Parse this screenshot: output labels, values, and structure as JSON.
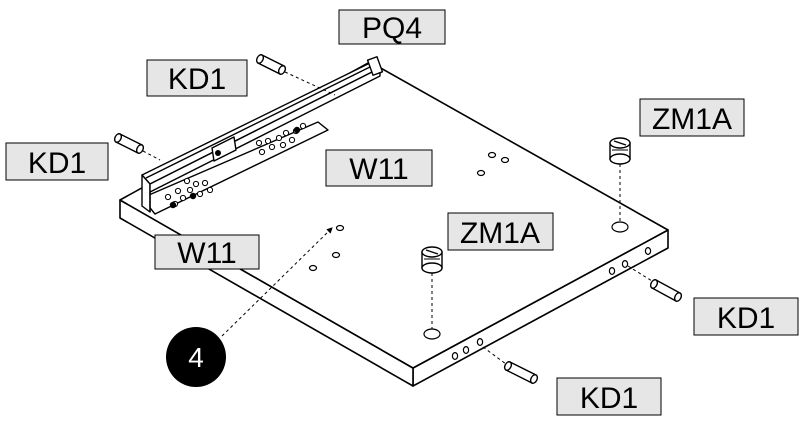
{
  "step": {
    "number": "4"
  },
  "labels": {
    "pq4": "PQ4",
    "kd1_upper": "KD1",
    "kd1_left": "KD1",
    "w11_top": "W11",
    "w11_side": "W11",
    "zm1a_right": "ZM1A",
    "zm1a_center": "ZM1A",
    "kd1_right": "KD1",
    "kd1_bottom": "KD1"
  },
  "colors": {
    "label_fill": "#e6e6e6",
    "line": "#000000",
    "panel": "#ffffff",
    "step_badge": "#000000"
  }
}
